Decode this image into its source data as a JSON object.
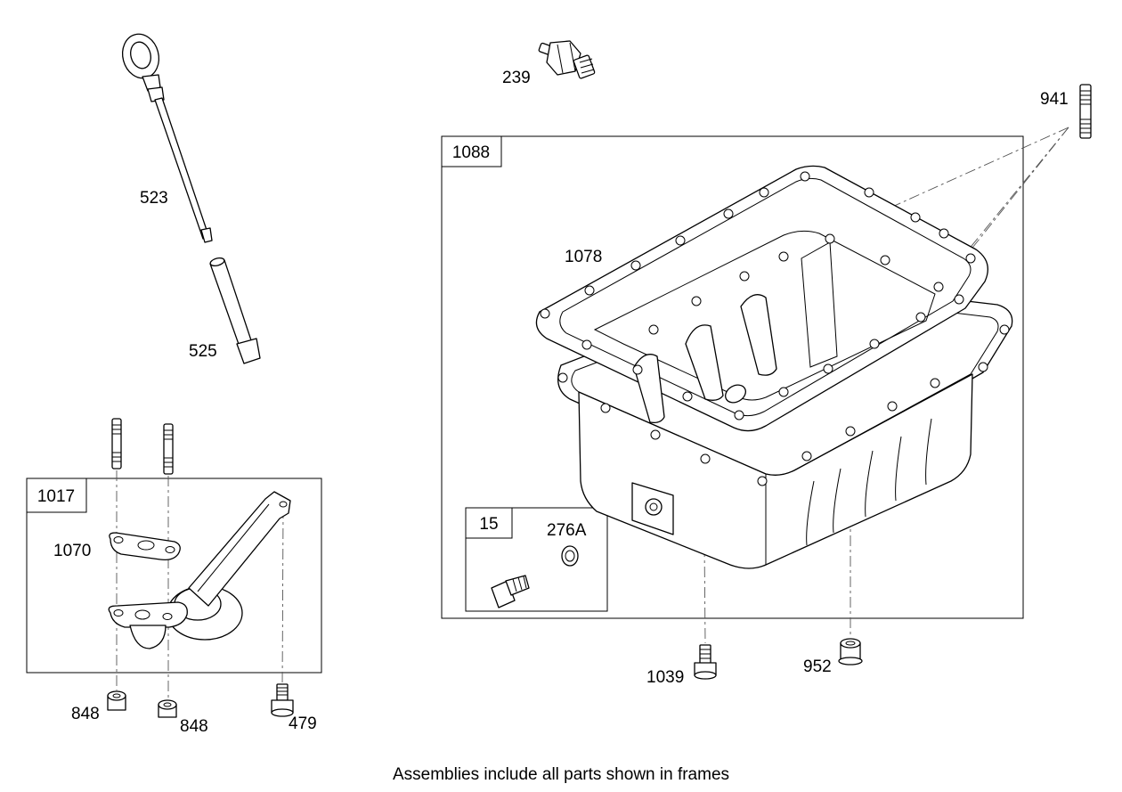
{
  "frames": {
    "f1088": "1088",
    "f1017": "1017",
    "f15": "15"
  },
  "parts": {
    "p239": "239",
    "p941": "941",
    "p523": "523",
    "p525": "525",
    "p1078": "1078",
    "p276A": "276A",
    "p1070": "1070",
    "p848a": "848",
    "p848b": "848",
    "p479": "479",
    "p1039": "1039",
    "p952": "952"
  },
  "footer": "Assemblies include all parts shown in frames"
}
